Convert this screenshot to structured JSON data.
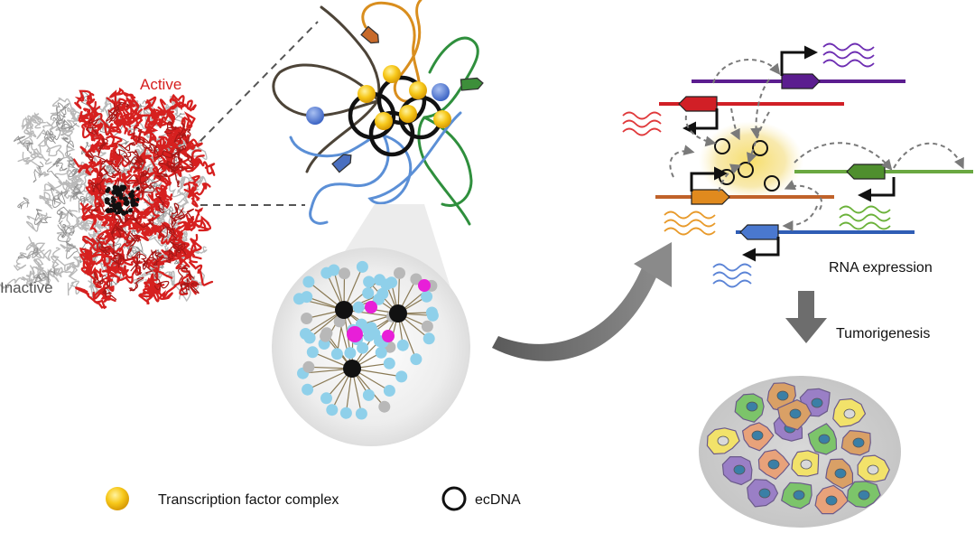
{
  "labels": {
    "active": "Active",
    "inactive": "Inactive",
    "rna_expression": "RNA expression",
    "tumorigenesis": "Tumorigenesis"
  },
  "legend": {
    "tf_complex": "Transcription factor complex",
    "ecdna": "ecDNA"
  },
  "colors": {
    "active_chromatin": "#d6201f",
    "inactive_chromatin": "#b5b5b5",
    "tf_yellow": "#f5c518",
    "ecdna_ring": "#111111",
    "purple": "#5b1d8f",
    "red": "#d11f26",
    "green": "#5f9e35",
    "orange": "#d07020",
    "blue": "#2f5db5",
    "arrow_gray": "#6d6d6d",
    "hub_black": "#111111",
    "node_blue": "#8fd0ea",
    "node_magenta": "#e81fd8"
  }
}
